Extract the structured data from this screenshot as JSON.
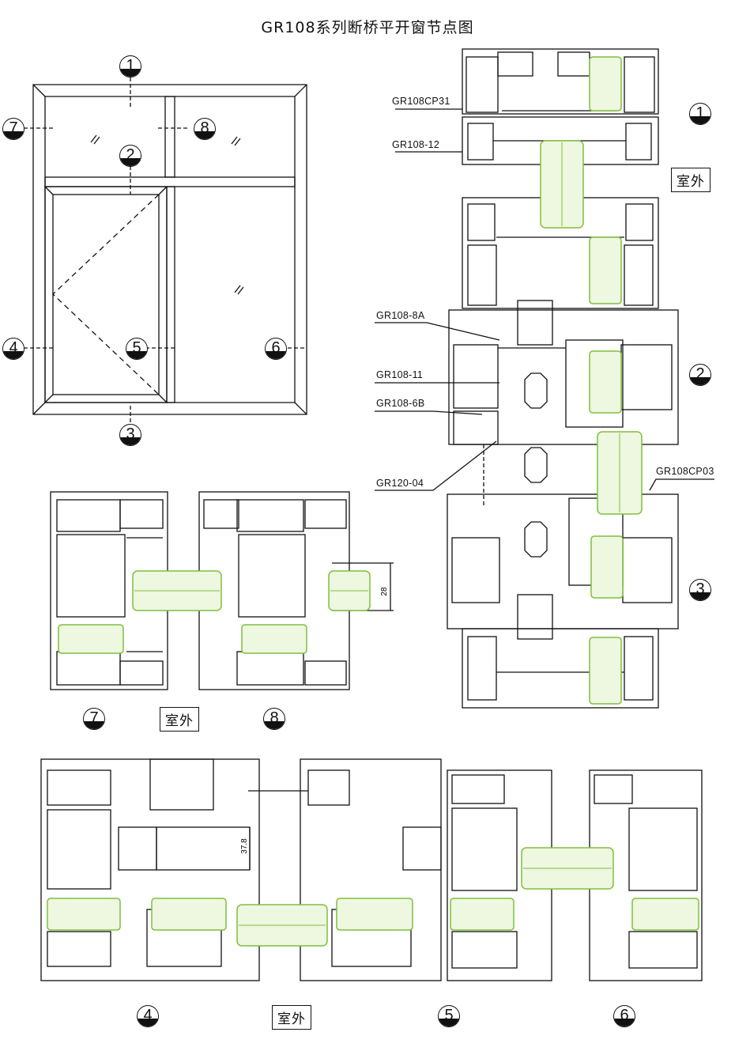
{
  "title": "GR108系列断桥平开窗节点图",
  "outside_label": "室外",
  "section_markers": [
    "1",
    "2",
    "3",
    "4",
    "5",
    "6",
    "7",
    "8"
  ],
  "profile_codes": {
    "p1": "GR108CP31",
    "p2": "GR108-12",
    "p3": "GR108-8A",
    "p4": "GR108-11",
    "p5": "GR108-6B",
    "p6": "GR120-04",
    "p7": "GR108CP03"
  },
  "dimensions": {
    "glass_thickness": "28",
    "sash_depth": "37.8"
  },
  "colors": {
    "line": "#111111",
    "gasket_green": "#7fbf3f",
    "glass_fill": "#eef7df"
  }
}
